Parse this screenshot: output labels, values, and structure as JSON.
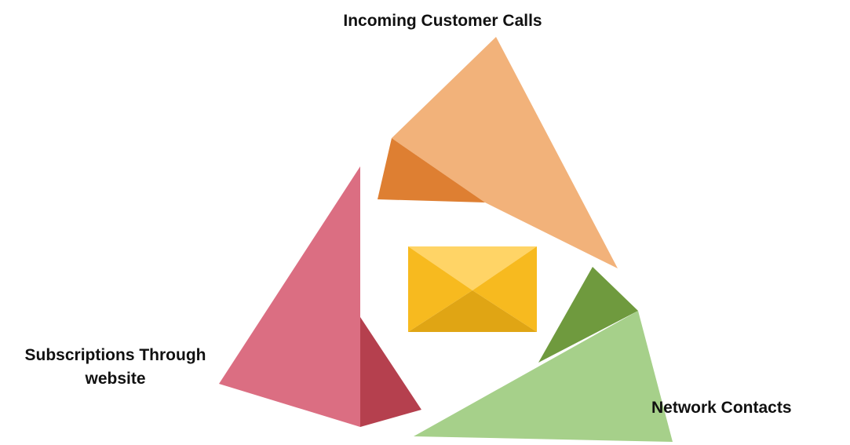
{
  "labels": {
    "top": "Incoming Customer Calls",
    "left_line1": "Subscriptions Through",
    "left_line2": "website",
    "right": "Network Contacts"
  },
  "colors": {
    "orange_light": "#F2B27A",
    "orange_dark": "#DE7F32",
    "red_light": "#DB6E82",
    "red_dark": "#B5404E",
    "green_light": "#A6D08A",
    "green_dark": "#6F9A3E",
    "envelope_top": "#FFD466",
    "envelope_side": "#F7BA1F",
    "envelope_bottom": "#E0A514"
  },
  "icons": {
    "center": "envelope-icon"
  }
}
